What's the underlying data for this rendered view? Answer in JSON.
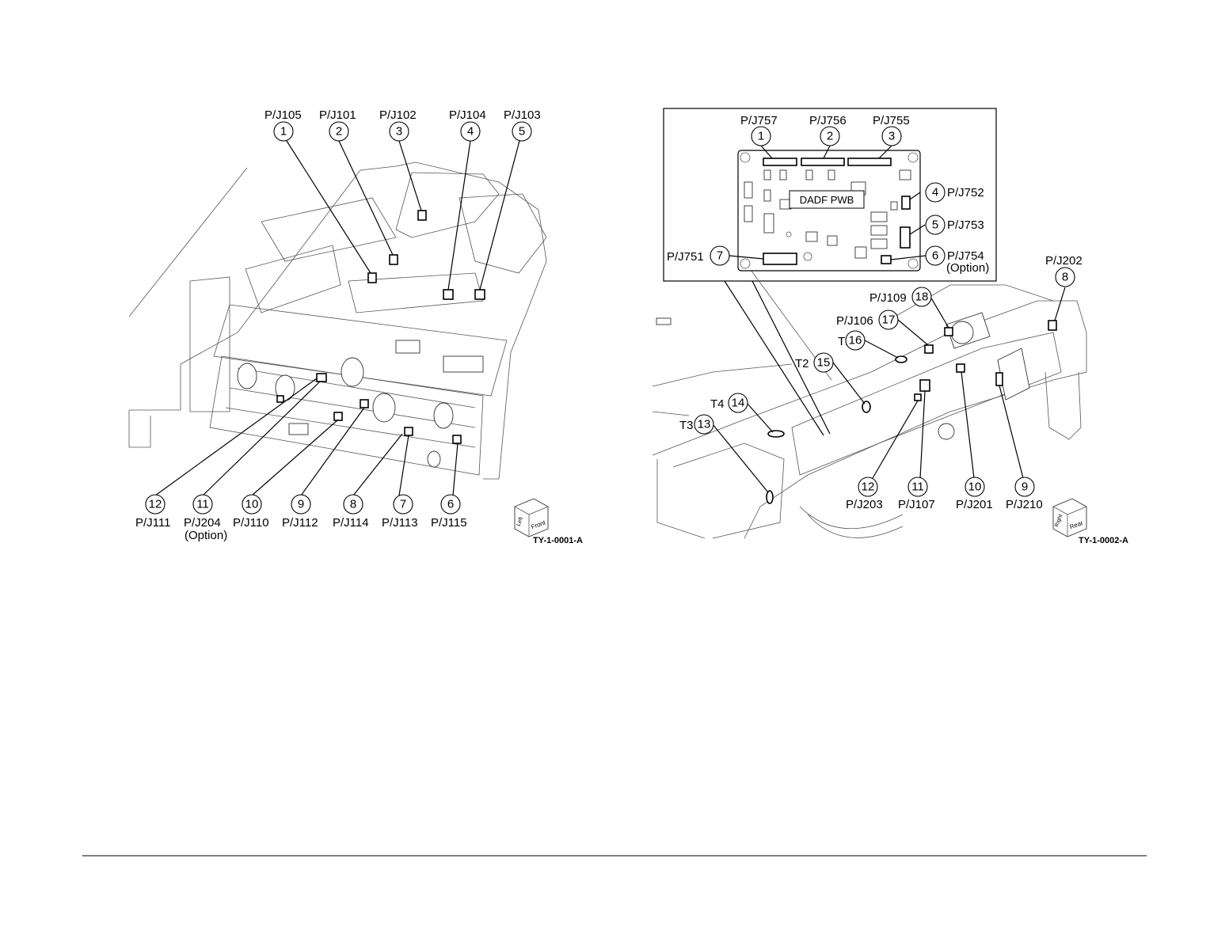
{
  "figures": [
    {
      "id_label": "TY-1-0001-A",
      "orientation_labels": [
        "Left",
        "Front"
      ],
      "callouts": [
        {
          "num": "1",
          "label": "P/J105"
        },
        {
          "num": "2",
          "label": "P/J101"
        },
        {
          "num": "3",
          "label": "P/J102"
        },
        {
          "num": "4",
          "label": "P/J104"
        },
        {
          "num": "5",
          "label": "P/J103"
        },
        {
          "num": "6",
          "label": "P/J115"
        },
        {
          "num": "7",
          "label": "P/J113"
        },
        {
          "num": "8",
          "label": "P/J114"
        },
        {
          "num": "9",
          "label": "P/J112"
        },
        {
          "num": "10",
          "label": "P/J110"
        },
        {
          "num": "11",
          "label": "P/J204",
          "note": "(Option)"
        },
        {
          "num": "12",
          "label": "P/J111"
        }
      ]
    },
    {
      "id_label": "TY-1-0002-A",
      "orientation_labels": [
        "Right",
        "Rear"
      ],
      "pwb_label": "DADF PWB",
      "callouts": [
        {
          "num": "1",
          "label": "P/J757"
        },
        {
          "num": "2",
          "label": "P/J756"
        },
        {
          "num": "3",
          "label": "P/J755"
        },
        {
          "num": "4",
          "label": "P/J752"
        },
        {
          "num": "5",
          "label": "P/J753"
        },
        {
          "num": "6",
          "label": "P/J754",
          "note": "(Option)"
        },
        {
          "num": "7",
          "label": "P/J751"
        },
        {
          "num": "8",
          "label": "P/J202"
        },
        {
          "num": "9",
          "label": "P/J210"
        },
        {
          "num": "10",
          "label": "P/J201"
        },
        {
          "num": "11",
          "label": "P/J107"
        },
        {
          "num": "12",
          "label": "P/J203"
        },
        {
          "num": "13",
          "label": "T3"
        },
        {
          "num": "14",
          "label": "T4"
        },
        {
          "num": "15",
          "label": "T2"
        },
        {
          "num": "16",
          "label": "T1"
        },
        {
          "num": "17",
          "label": "P/J106"
        },
        {
          "num": "18",
          "label": "P/J109"
        }
      ]
    }
  ]
}
